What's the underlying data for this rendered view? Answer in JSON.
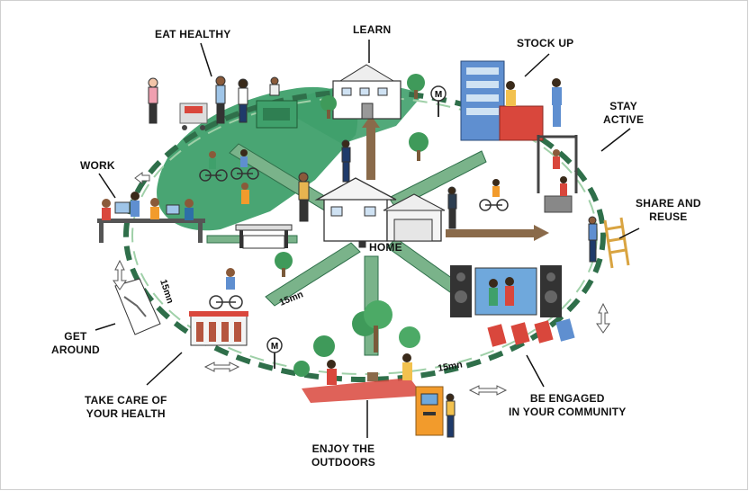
{
  "center_label": "HOME",
  "distance_label": "15mn",
  "activities": [
    {
      "id": "learn",
      "label": "LEARN"
    },
    {
      "id": "eat-healthy",
      "label": "EAT HEALTHY"
    },
    {
      "id": "stock-up",
      "label": "STOCK UP"
    },
    {
      "id": "stay-active",
      "label": "STAY\nACTIVE"
    },
    {
      "id": "work",
      "label": "WORK"
    },
    {
      "id": "share-and-reuse",
      "label": "SHARE AND\nREUSE"
    },
    {
      "id": "get-around",
      "label": "GET\nAROUND"
    },
    {
      "id": "take-care-of-your-health",
      "label": "TAKE CARE OF\nYOUR HEALTH"
    },
    {
      "id": "be-engaged-in-your-community",
      "label": "BE ENGAGED\nIN YOUR COMMUNITY"
    },
    {
      "id": "enjoy-the-outdoors",
      "label": "ENJOY THE\nOUTDOORS"
    }
  ],
  "colors": {
    "park_green": "#3fa06b",
    "path_green": "#7ab38a",
    "ring_dark": "#2f6f4a",
    "house": "#ffffff",
    "arrow_brown": "#8a6a4a",
    "shop_red": "#d9473c",
    "shop_blue": "#5f8fd0",
    "atm_orange": "#f29b2c",
    "ladder": "#d9a441",
    "screen": "#6fa8dc"
  },
  "icons": [
    "metro-sign-icon",
    "bicycle-icon",
    "tree-icon",
    "house-icon",
    "school-icon",
    "shop-icon",
    "clinic-icon",
    "atm-icon",
    "cinema-screen-icon",
    "gym-bars-icon",
    "ladder-icon",
    "picnic-icon",
    "double-arrow-icon",
    "road-sign-icon"
  ]
}
